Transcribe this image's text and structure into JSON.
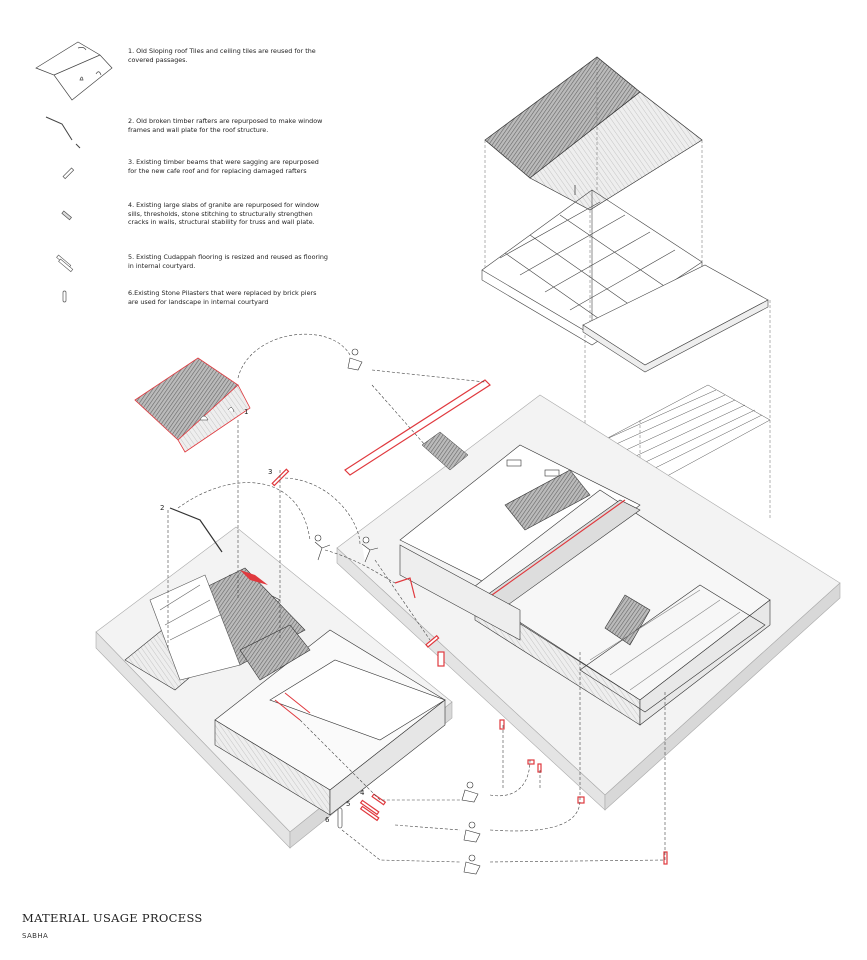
{
  "legend": {
    "items": [
      {
        "number": "1",
        "icon": "roof-tiles-icon",
        "text": "1. Old Sloping roof Tiles and ceiling tiles are reused for the covered passages."
      },
      {
        "number": "2",
        "icon": "timber-rafter-icon",
        "text": "2. Old broken timber rafters are repurposed to make window frames and wall plate for the roof structure."
      },
      {
        "number": "3",
        "icon": "timber-beam-icon",
        "text": "3. Existing timber beams that were sagging are repurposed for the new cafe roof and for replacing damaged rafters"
      },
      {
        "number": "4",
        "icon": "granite-slab-icon",
        "text": "4. Existing large slabs of granite are repurposed for window sills, thresholds, stone stitching to structurally strengthen cracks in walls, structural stability for truss and wall plate."
      },
      {
        "number": "5",
        "icon": "cudappah-flooring-icon",
        "text": "5. Existing Cudappah flooring is resized and reused as flooring in internal courtyard."
      },
      {
        "number": "6",
        "icon": "stone-pilaster-icon",
        "text": "6.Existing Stone Pilasters that were replaced by brick piers are used for landscape in internal courtyard"
      }
    ]
  },
  "diagram_labels": [
    "1",
    "2",
    "3",
    "4",
    "5",
    "6"
  ],
  "title": "MATERIAL USAGE PROCESS",
  "subtitle": "SABHA",
  "colors": {
    "accent": "#e0393e",
    "line": "#333333",
    "platform": "#f1f1f1",
    "roof": "#8a8a8a"
  }
}
